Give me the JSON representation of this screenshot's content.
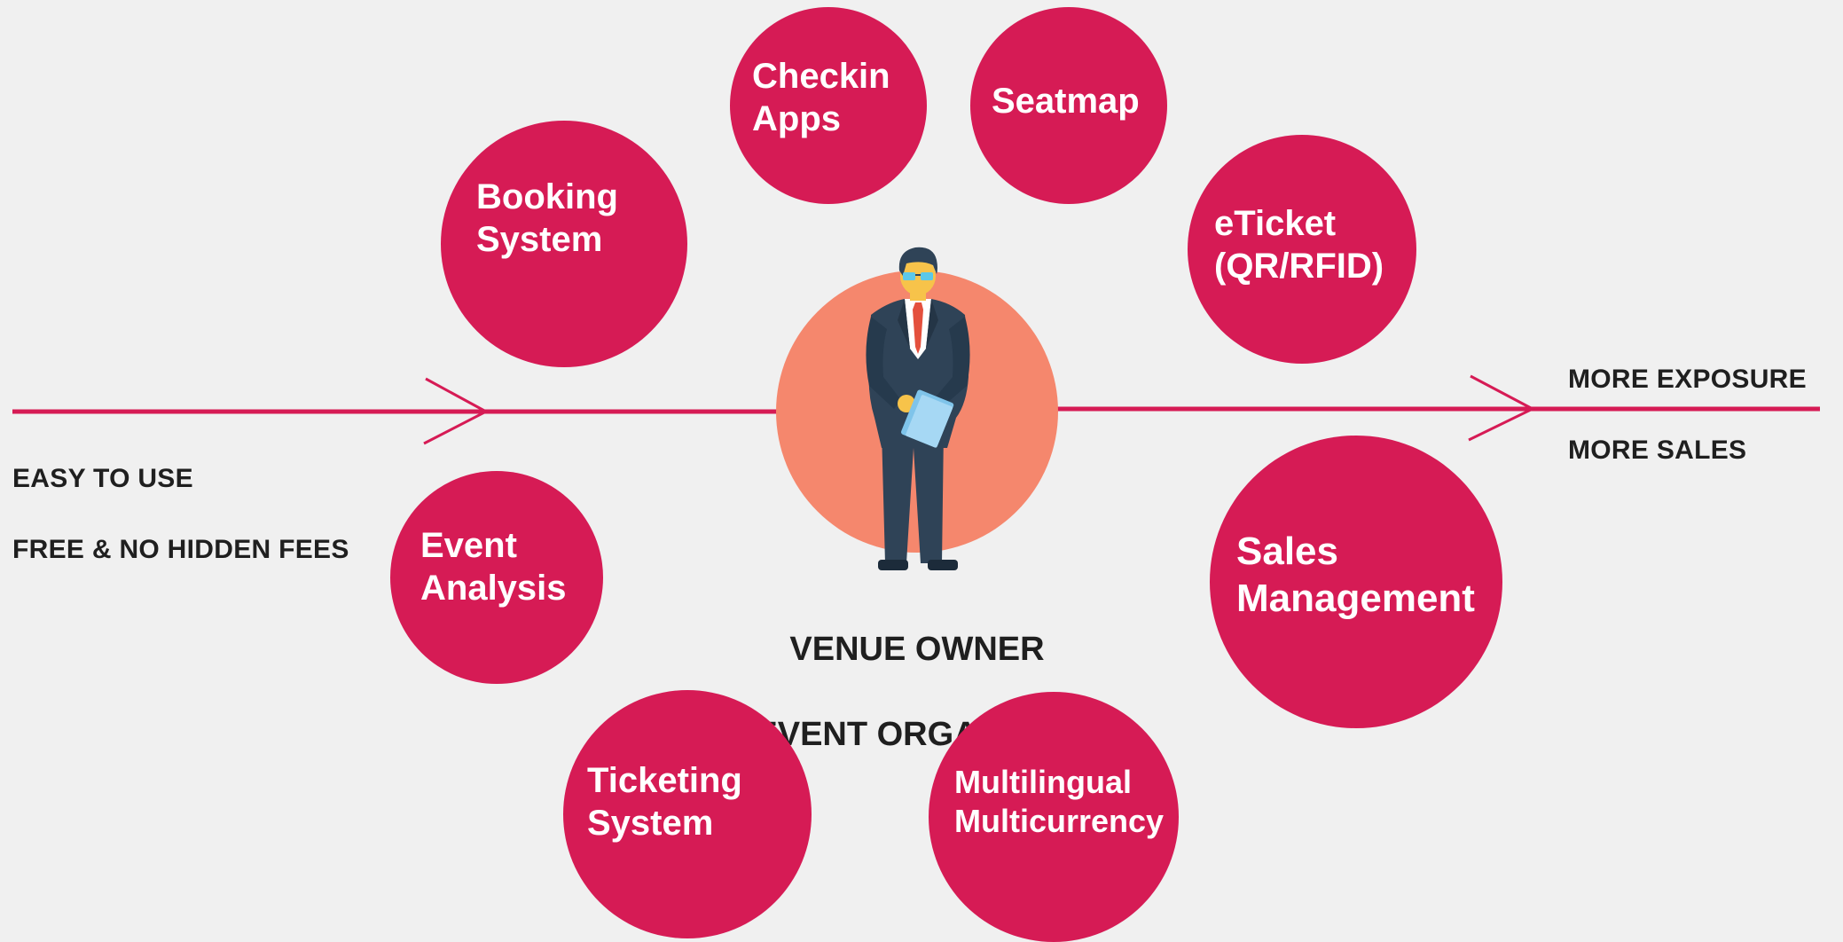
{
  "left_caption": {
    "line1": "EASY TO USE",
    "line2": "FREE & NO HIDDEN FEES"
  },
  "right_caption": {
    "line1": "MORE EXPOSURE",
    "line2": "MORE SALES"
  },
  "role": {
    "line1": "VENUE OWNER",
    "line2": "EVENT ORGANIZER"
  },
  "features": {
    "booking": "Booking\nSystem",
    "checkin": "Checkin\nApps",
    "seatmap": "Seatmap",
    "eticket": "eTicket\n(QR/RFID)",
    "sales": "Sales\nManagement",
    "multilingual": "Multilingual\nMulticurrency",
    "ticketing": "Ticketing\nSystem",
    "analysis": "Event\nAnalysis"
  },
  "colors": {
    "bubble": "#d61b55",
    "line": "#d61b55",
    "center": "#f5876d",
    "background": "#f0f0f0"
  },
  "icons": [
    "businessman-figure",
    "arrow-chevron-right"
  ]
}
